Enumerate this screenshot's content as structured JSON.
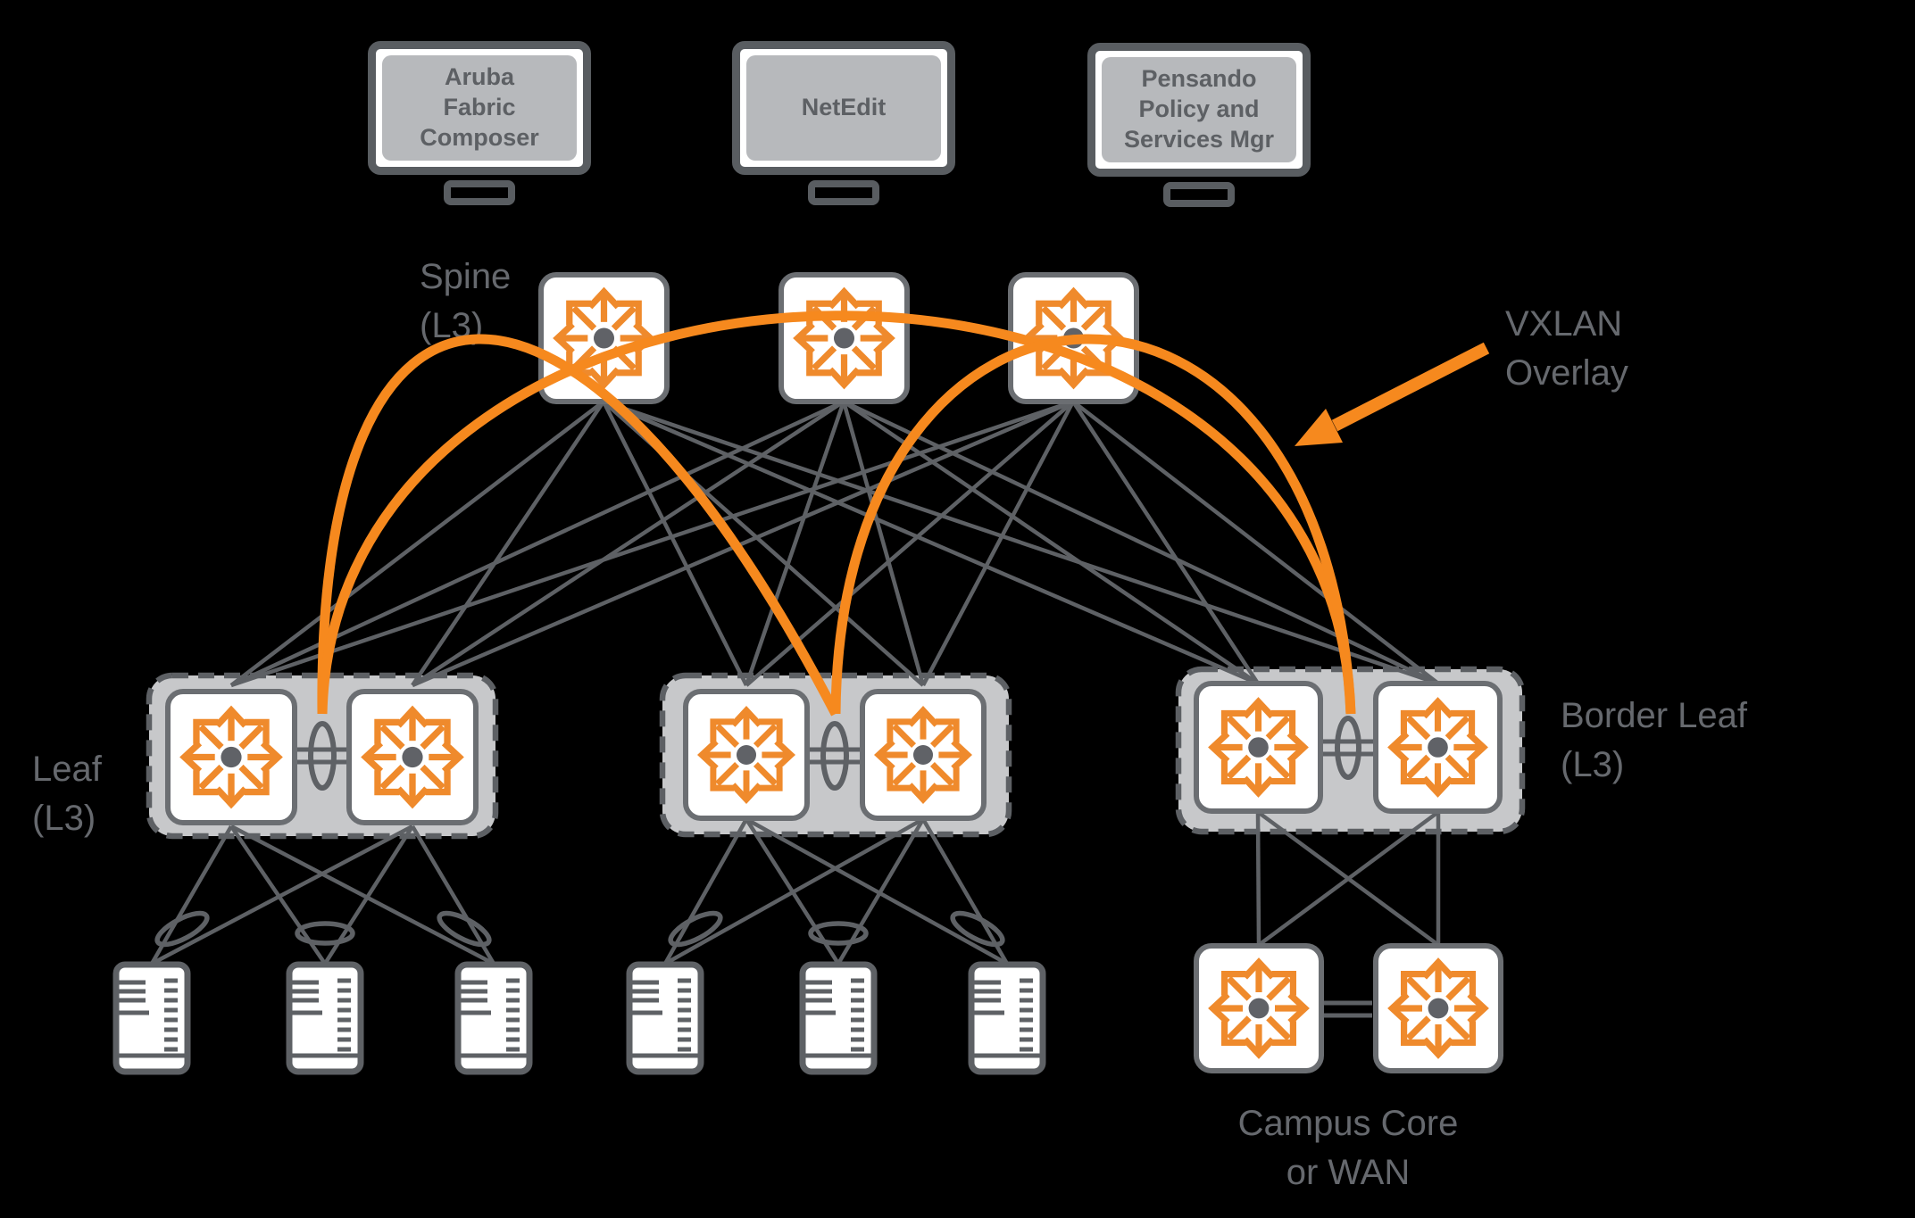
{
  "title": "VXLAN overlay leaf-spine fabric diagram",
  "monitors": [
    {
      "name": "aruba-fabric-composer",
      "label": "Aruba\nFabric\nComposer"
    },
    {
      "name": "netedit",
      "label": "NetEdit"
    },
    {
      "name": "pensando-psm",
      "label": "Pensando\nPolicy and\nServices Mgr"
    }
  ],
  "labels": {
    "spine": "Spine\n(L3)",
    "leaf": "Leaf\n(L3)",
    "border_leaf": "Border Leaf\n(L3)",
    "vxlan_overlay": "VXLAN\nOverlay",
    "campus_core": "Campus Core\nor WAN"
  },
  "icons": {
    "switch": "l3-switch-icon",
    "server": "server-icon",
    "monitor": "monitor-icon",
    "lag_ring": "link-aggregation-ellipse"
  },
  "topology": {
    "spine_switch_count": 3,
    "leaf_pair_count": 2,
    "border_leaf_pair_count": 1,
    "campus_core_switch_count": 2,
    "server_count": 6,
    "vxlan_overlay_arc_count": 3
  },
  "colors": {
    "background": "#000000",
    "overlay_orange": "#F6891E",
    "icon_orange": "#EF8A2C",
    "line_gray": "#5E6165",
    "node_border": "#6B6E72",
    "group_fill": "#C7C8CA",
    "group_border": "#5D6064",
    "label_text": "#66696E",
    "monitor_frame": "#595D61",
    "monitor_screen": "#B7B9BC",
    "monitor_text": "#5D6064",
    "center_dot": "#606267"
  }
}
